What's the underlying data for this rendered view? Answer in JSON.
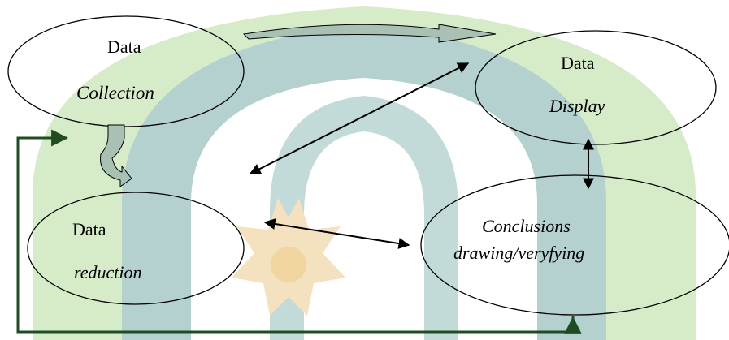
{
  "nodes": {
    "collection": {
      "line1": "Data",
      "line2": "Collection"
    },
    "display": {
      "line1": "Data",
      "line2": "Display"
    },
    "reduction": {
      "line1": "Data",
      "line2": "reduction"
    },
    "conclusions": {
      "line1": "Conclusions",
      "line2": "drawing/veryfying"
    }
  },
  "colors": {
    "watermark_green": "#d6ecc9",
    "watermark_teal": "#b4d0cf",
    "watermark_gold": "#f3e1bf",
    "watermark_gold_dot": "#f0d5a0",
    "loop_line": "#1e4d24",
    "ellipse_stroke": "#000000",
    "block_arrow_fill": "#a9c0b4"
  }
}
